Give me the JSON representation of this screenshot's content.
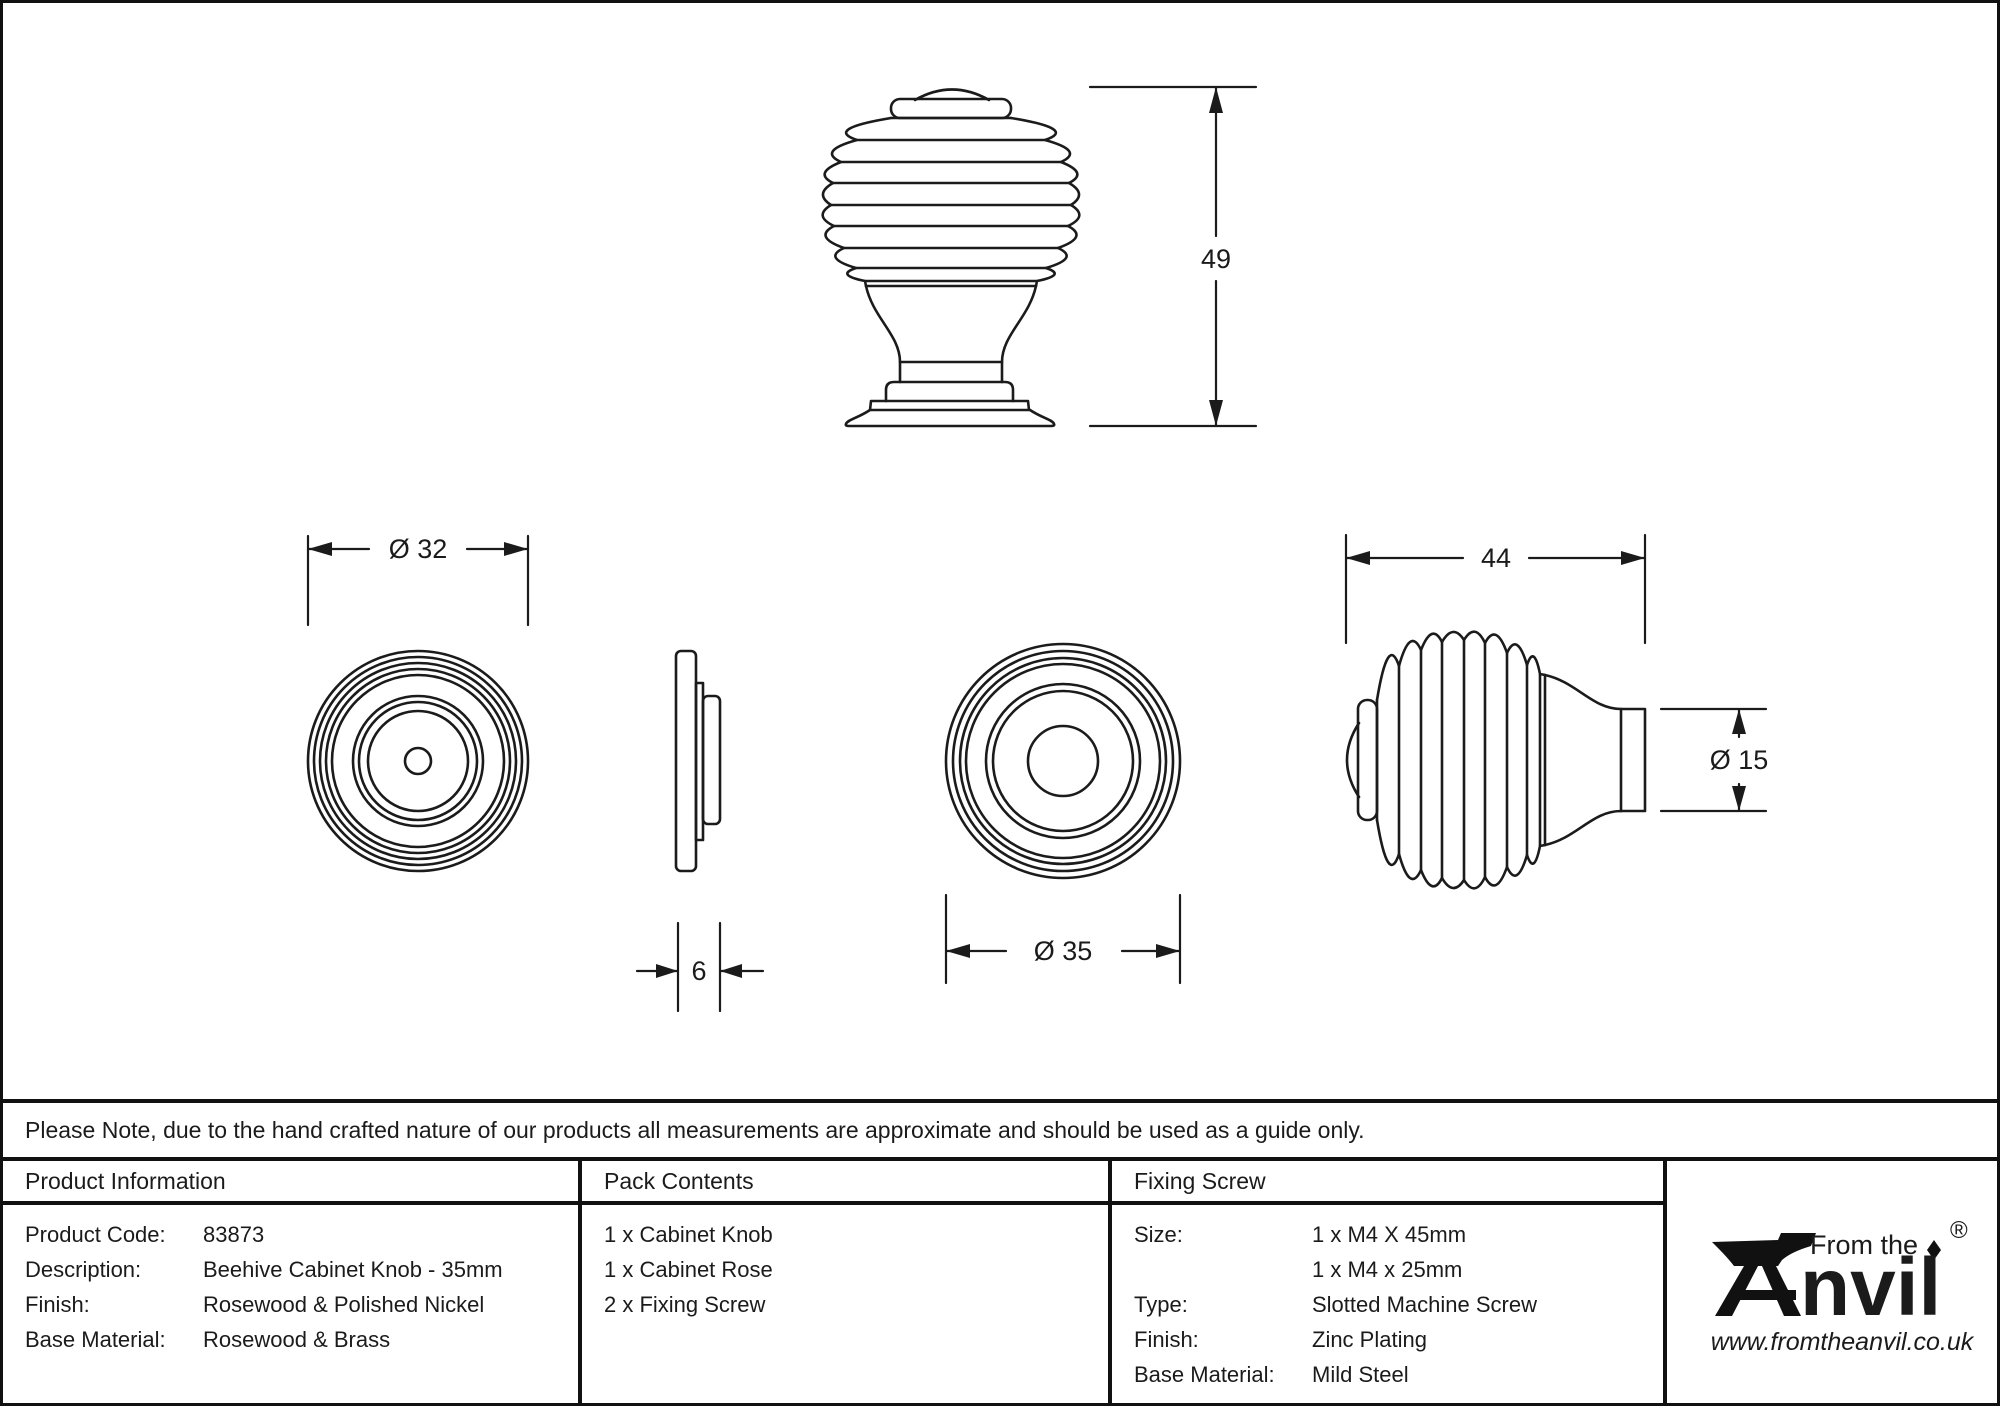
{
  "note": "Please Note, due to the hand crafted nature of our products all measurements are approximate and should be used as a guide only.",
  "dimensions": {
    "overall_height": "49",
    "rose_diameter": "Ø 32",
    "rose_depth": "6",
    "knob_diameter": "Ø 35",
    "projection": "44",
    "stem_diameter": "Ø 15"
  },
  "product_info": {
    "header": "Product Information",
    "rows": [
      {
        "label": "Product Code:",
        "value": "83873"
      },
      {
        "label": "Description:",
        "value": "Beehive Cabinet Knob - 35mm"
      },
      {
        "label": "Finish:",
        "value": "Rosewood & Polished Nickel"
      },
      {
        "label": "Base Material:",
        "value": "Rosewood & Brass"
      }
    ]
  },
  "pack_contents": {
    "header": "Pack Contents",
    "items": [
      "1 x Cabinet Knob",
      "1 x Cabinet Rose",
      "2 x Fixing Screw"
    ]
  },
  "fixing_screw": {
    "header": "Fixing Screw",
    "rows": [
      {
        "label": "Size:",
        "value": "1 x M4 X 45mm"
      },
      {
        "label": "",
        "value": "1 x M4 x 25mm"
      },
      {
        "label": "Type:",
        "value": "Slotted Machine Screw"
      },
      {
        "label": "Finish:",
        "value": "Zinc Plating"
      },
      {
        "label": "Base Material:",
        "value": "Mild Steel"
      }
    ]
  },
  "logo": {
    "from_the": "From the",
    "wordmark_rest": "nvil",
    "registered": "®",
    "url": "www.fromtheanvil.co.uk"
  },
  "colors": {
    "line": "#1b1b1b",
    "border": "#111111",
    "background": "#ffffff"
  }
}
